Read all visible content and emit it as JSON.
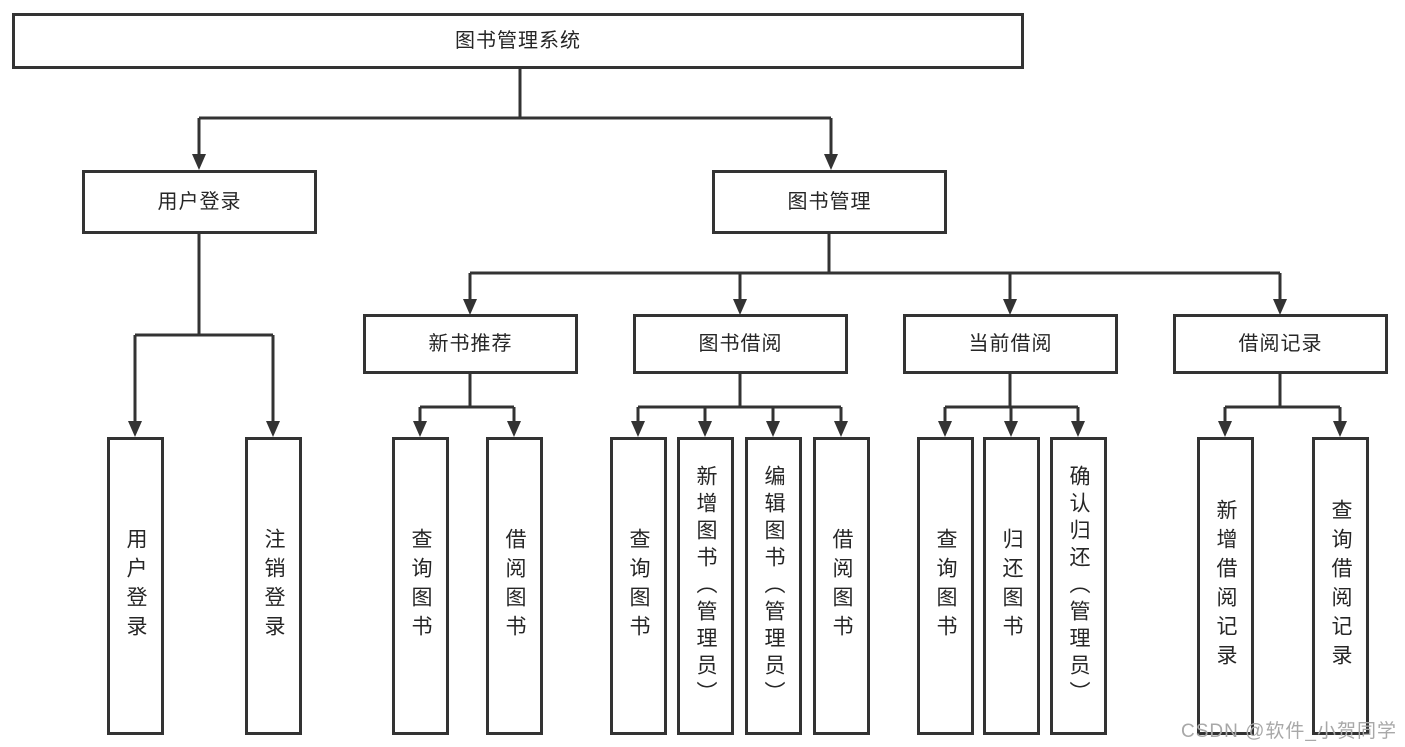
{
  "diagram": {
    "root": {
      "label": "图书管理系统"
    },
    "branches": [
      {
        "label": "用户登录",
        "children": [
          {
            "label": "用户登录"
          },
          {
            "label": "注销登录"
          }
        ]
      },
      {
        "label": "图书管理",
        "children": [
          {
            "label": "新书推荐",
            "children": [
              {
                "label": "查询图书"
              },
              {
                "label": "借阅图书"
              }
            ]
          },
          {
            "label": "图书借阅",
            "children": [
              {
                "label": "查询图书"
              },
              {
                "label": "新增图书（管理员）"
              },
              {
                "label": "编辑图书（管理员）"
              },
              {
                "label": "借阅图书"
              }
            ]
          },
          {
            "label": "当前借阅",
            "children": [
              {
                "label": "查询图书"
              },
              {
                "label": "归还图书"
              },
              {
                "label": "确认归还（管理员）"
              }
            ]
          },
          {
            "label": "借阅记录",
            "children": [
              {
                "label": "新增借阅记录"
              },
              {
                "label": "查询借阅记录"
              }
            ]
          }
        ]
      }
    ]
  },
  "watermark": {
    "text": "CSDN @软件_小贺同学"
  },
  "colors": {
    "line": "#333333",
    "box_border": "#333333",
    "box_fill": "#ffffff",
    "text": "#262626",
    "watermark": "#a8a8a8",
    "background": "#ffffff"
  }
}
